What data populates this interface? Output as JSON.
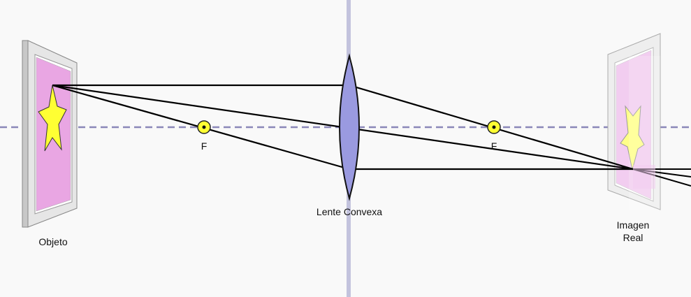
{
  "diagram": {
    "labels": {
      "object": "Objeto",
      "lens": "Lente Convexa",
      "image_line1": "Imagen",
      "image_line2": "Real",
      "focal_left": "F",
      "focal_right": "F"
    },
    "colors": {
      "background": "#f9f9f9",
      "optical_axis": "#8a87b8",
      "lens_fill": "#9a9ae0",
      "lens_axis": "#c3c3dd",
      "focal_point": "#ffff33",
      "object_screen": "#e9a6e3",
      "image_screen": "#f2cdf0",
      "star": "#ffff33",
      "image_star": "#ffff88",
      "ray": "#000000"
    },
    "icons": {
      "object": "star-icon",
      "image": "inverted-star-icon",
      "focal_point": "focal-dot-icon"
    }
  }
}
